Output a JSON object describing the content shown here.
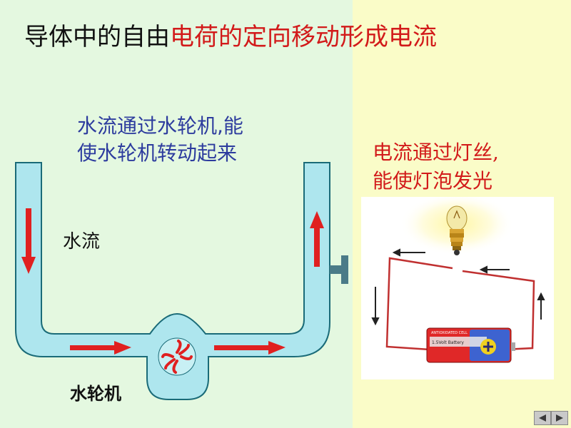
{
  "slide": {
    "title_black": "导体中的自由",
    "title_red": "电荷的定向移动形成电流",
    "water_caption": [
      "水流通过水轮机,能",
      "使水轮机转动起来"
    ],
    "electric_caption": [
      "电流通过灯丝,",
      "能使灯泡发光"
    ],
    "water_label": "水流",
    "turbine_label": "水轮机",
    "battery_text": [
      "ANTIOXIDATED CELL",
      "1.5Volt Battery"
    ],
    "colors": {
      "left_bg": "#e4f8e0",
      "right_bg": "#fafcc8",
      "title_red": "#d21a1a",
      "caption_blue": "#2d3c9e",
      "pipe_fill": "#aee6ee",
      "pipe_stroke": "#1a6b78",
      "arrow_red": "#e02020",
      "wire": "#c03030"
    },
    "nav": {
      "prev_icon": "triangle-left-icon",
      "next_icon": "triangle-right-icon"
    }
  }
}
